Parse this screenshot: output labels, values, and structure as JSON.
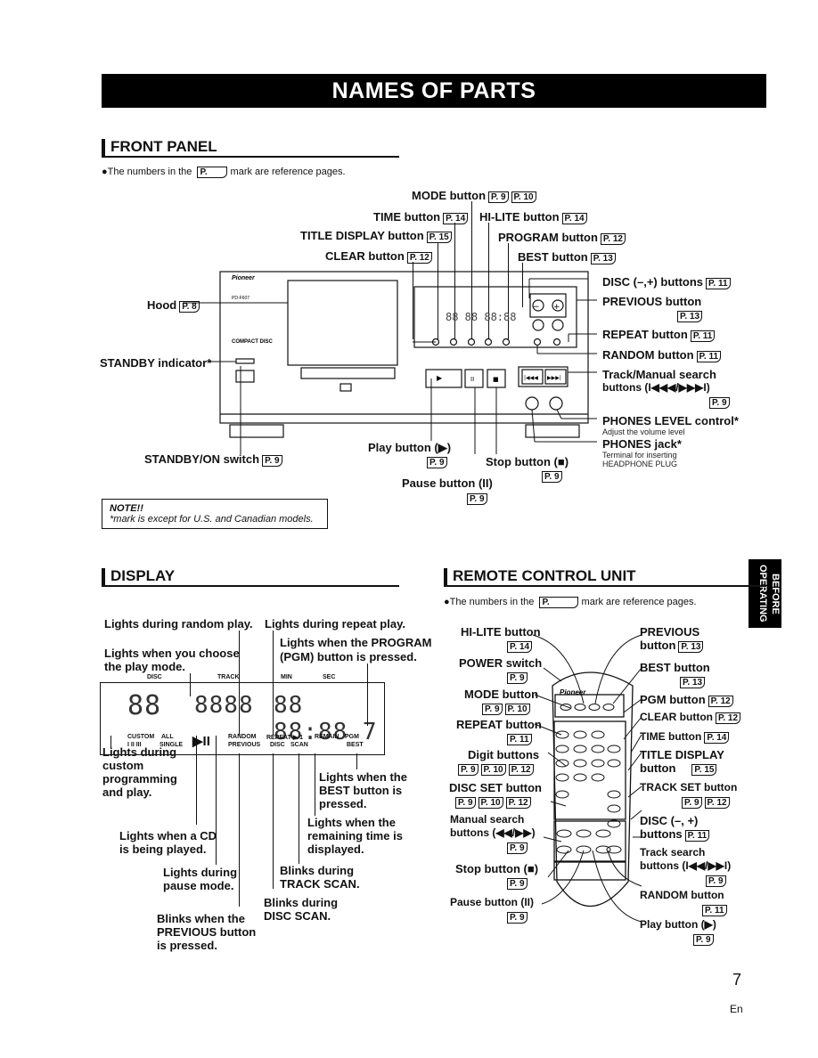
{
  "page_title": "NAMES OF PARTS",
  "side_tab": "BEFORE OPERATING",
  "page_number": "7",
  "page_lang": "En",
  "front_panel": {
    "heading": "FRONT PANEL",
    "ref_note": "●The numbers in the",
    "ref_note_tail": "mark are reference pages.",
    "labels": {
      "mode": "MODE button",
      "time": "TIME button",
      "hilite": "HI-LITE button",
      "title_display": "TITLE DISPLAY button",
      "program": "PROGRAM button",
      "clear": "CLEAR button",
      "best": "BEST button",
      "disc": "DISC (–,+) buttons",
      "previous": "PREVIOUS button",
      "repeat": "REPEAT button",
      "random": "RANDOM button",
      "track_search": "Track/Manual search",
      "track_search2": "buttons (I◀◀◀/▶▶▶I)",
      "phones_level": "PHONES LEVEL control*",
      "phones_level_sub": "Adjust the volume level",
      "phones_jack": "PHONES jack*",
      "phones_jack_sub1": "Terminal for inserting",
      "phones_jack_sub2": "HEADPHONE PLUG",
      "hood": "Hood",
      "standby_ind": "STANDBY indicator*",
      "standby_sw": "STANDBY/ON switch",
      "play": "Play button (▶)",
      "stop": "Stop button (■)",
      "pause": "Pause button (II)"
    },
    "refs": {
      "mode1": "P. 9",
      "mode2": "P. 10",
      "time": "P. 14",
      "hilite": "P. 14",
      "title_display": "P. 15",
      "program": "P. 12",
      "clear": "P. 12",
      "best": "P. 13",
      "disc": "P. 11",
      "previous": "P. 13",
      "repeat": "P. 11",
      "random": "P. 11",
      "track_search": "P. 9",
      "hood": "P. 8",
      "standby_sw": "P. 9",
      "play": "P. 9",
      "stop": "P. 9",
      "pause": "P. 9"
    },
    "device": {
      "brand": "Pioneer",
      "model": "PD-F607",
      "cd_logo": "COMPACT DISC"
    }
  },
  "note": {
    "title": "NOTE!!",
    "text": "*mark is except for U.S. and Canadian models."
  },
  "display": {
    "heading": "DISPLAY",
    "lcd": {
      "disc": "DISC",
      "track": "TRACK",
      "min": "MIN",
      "sec": "SEC",
      "custom": "CUSTOM",
      "all": "ALL",
      "roman": "I  II  III",
      "single": "SINGLE",
      "random": "RANDOM",
      "previous": "PREVIOUS",
      "repeat": "REPEAT ▶ 1",
      "disc_scan": "DISC",
      "scan": "SCAN",
      "remain": "REMAIN",
      "pgm": "PGM",
      "best": "BEST"
    },
    "labels": {
      "random_play": "Lights during random play.",
      "repeat_play": "Lights during repeat play.",
      "program_pressed1": "Lights when the PROGRAM",
      "program_pressed2": "(PGM) button is pressed.",
      "play_mode1": "Lights when you choose",
      "play_mode2": "the play mode.",
      "custom1": "Lights during",
      "custom2": "custom",
      "custom3": "programming",
      "custom4": "and play.",
      "cd_played1": "Lights when a CD",
      "cd_played2": "is being played.",
      "pause1": "Lights during",
      "pause2": "pause mode.",
      "previous1": "Blinks when the",
      "previous2": "PREVIOUS button",
      "previous3": "is pressed.",
      "best1": "Lights when the",
      "best2": "BEST button is",
      "best3": "pressed.",
      "remain1": "Lights when the",
      "remain2": "remaining time is",
      "remain3": "displayed.",
      "track_scan1": "Blinks during",
      "track_scan2": "TRACK SCAN.",
      "disc_scan1": "Blinks during",
      "disc_scan2": "DISC SCAN."
    }
  },
  "remote": {
    "heading": "REMOTE CONTROL UNIT",
    "ref_note": "●The numbers in the",
    "ref_note_tail": "mark are reference pages.",
    "labels": {
      "hilite": "HI-LITE button",
      "power": "POWER switch",
      "mode": "MODE button",
      "repeat": "REPEAT button",
      "digit": "Digit buttons",
      "disc_set": "DISC SET button",
      "manual1": "Manual search",
      "manual2": "buttons (◀◀/▶▶)",
      "stop": "Stop button (■)",
      "pause": "Pause button (II)",
      "previous1": "PREVIOUS",
      "previous2": "button",
      "best": "BEST button",
      "pgm": "PGM button",
      "clear": "CLEAR button",
      "time": "TIME button",
      "title1": "TITLE DISPLAY",
      "title2": "button",
      "track_set": "TRACK SET button",
      "disc1": "DISC (–, +)",
      "disc2": "buttons",
      "track_search1": "Track search",
      "track_search2": "buttons (I◀◀/▶▶I)",
      "random": "RANDOM button",
      "play": "Play button (▶)"
    },
    "refs": {
      "hilite": "P. 14",
      "power": "P. 9",
      "mode1": "P. 9",
      "mode2": "P. 10",
      "repeat": "P. 11",
      "digit1": "P. 9",
      "digit2": "P. 10",
      "digit3": "P. 12",
      "disc_set1": "P. 9",
      "disc_set2": "P. 10",
      "disc_set3": "P. 12",
      "manual": "P. 9",
      "stop": "P. 9",
      "pause": "P. 9",
      "previous": "P. 13",
      "best": "P. 13",
      "pgm": "P. 12",
      "clear": "P. 12",
      "time": "P. 14",
      "title": "P. 15",
      "track_set1": "P. 9",
      "track_set2": "P. 12",
      "disc": "P. 11",
      "track_search": "P. 9",
      "random": "P. 11",
      "play": "P. 9"
    },
    "brand": "Pioneer"
  }
}
